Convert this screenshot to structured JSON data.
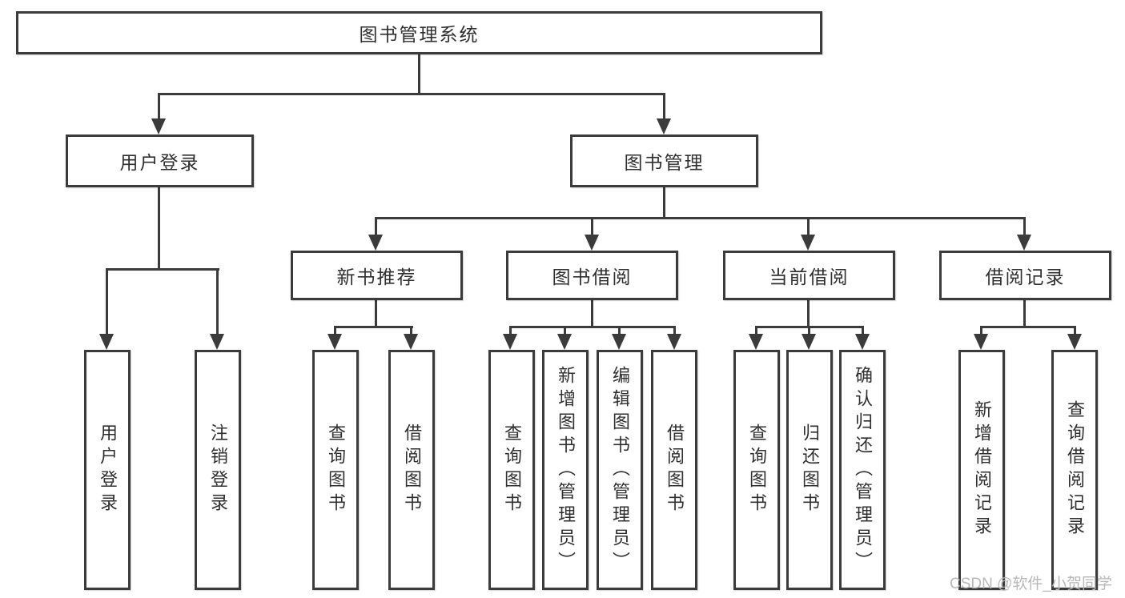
{
  "tree": {
    "root": {
      "label": "图书管理系统",
      "children": [
        {
          "label": "用户登录",
          "children": [
            {
              "label": "用户登录"
            },
            {
              "label": "注销登录"
            }
          ]
        },
        {
          "label": "图书管理",
          "children": [
            {
              "label": "新书推荐",
              "children": [
                {
                  "label": "查询图书"
                },
                {
                  "label": "借阅图书"
                }
              ]
            },
            {
              "label": "图书借阅",
              "children": [
                {
                  "label": "查询图书"
                },
                {
                  "label": "新增图书（管理员）"
                },
                {
                  "label": "编辑图书（管理员）"
                },
                {
                  "label": "借阅图书"
                }
              ]
            },
            {
              "label": "当前借阅",
              "children": [
                {
                  "label": "查询图书"
                },
                {
                  "label": "归还图书"
                },
                {
                  "label": "确认归还（管理员）"
                }
              ]
            },
            {
              "label": "借阅记录",
              "children": [
                {
                  "label": "新增借阅记录"
                },
                {
                  "label": "查询借阅记录"
                }
              ]
            }
          ]
        }
      ]
    }
  },
  "watermark": {
    "text": "CSDN @软件_小贺同学",
    "color": "#b8b8b8"
  },
  "style": {
    "line_color": "#3b3b3b",
    "text_color": "#2f2f2f",
    "background": "#ffffff"
  }
}
